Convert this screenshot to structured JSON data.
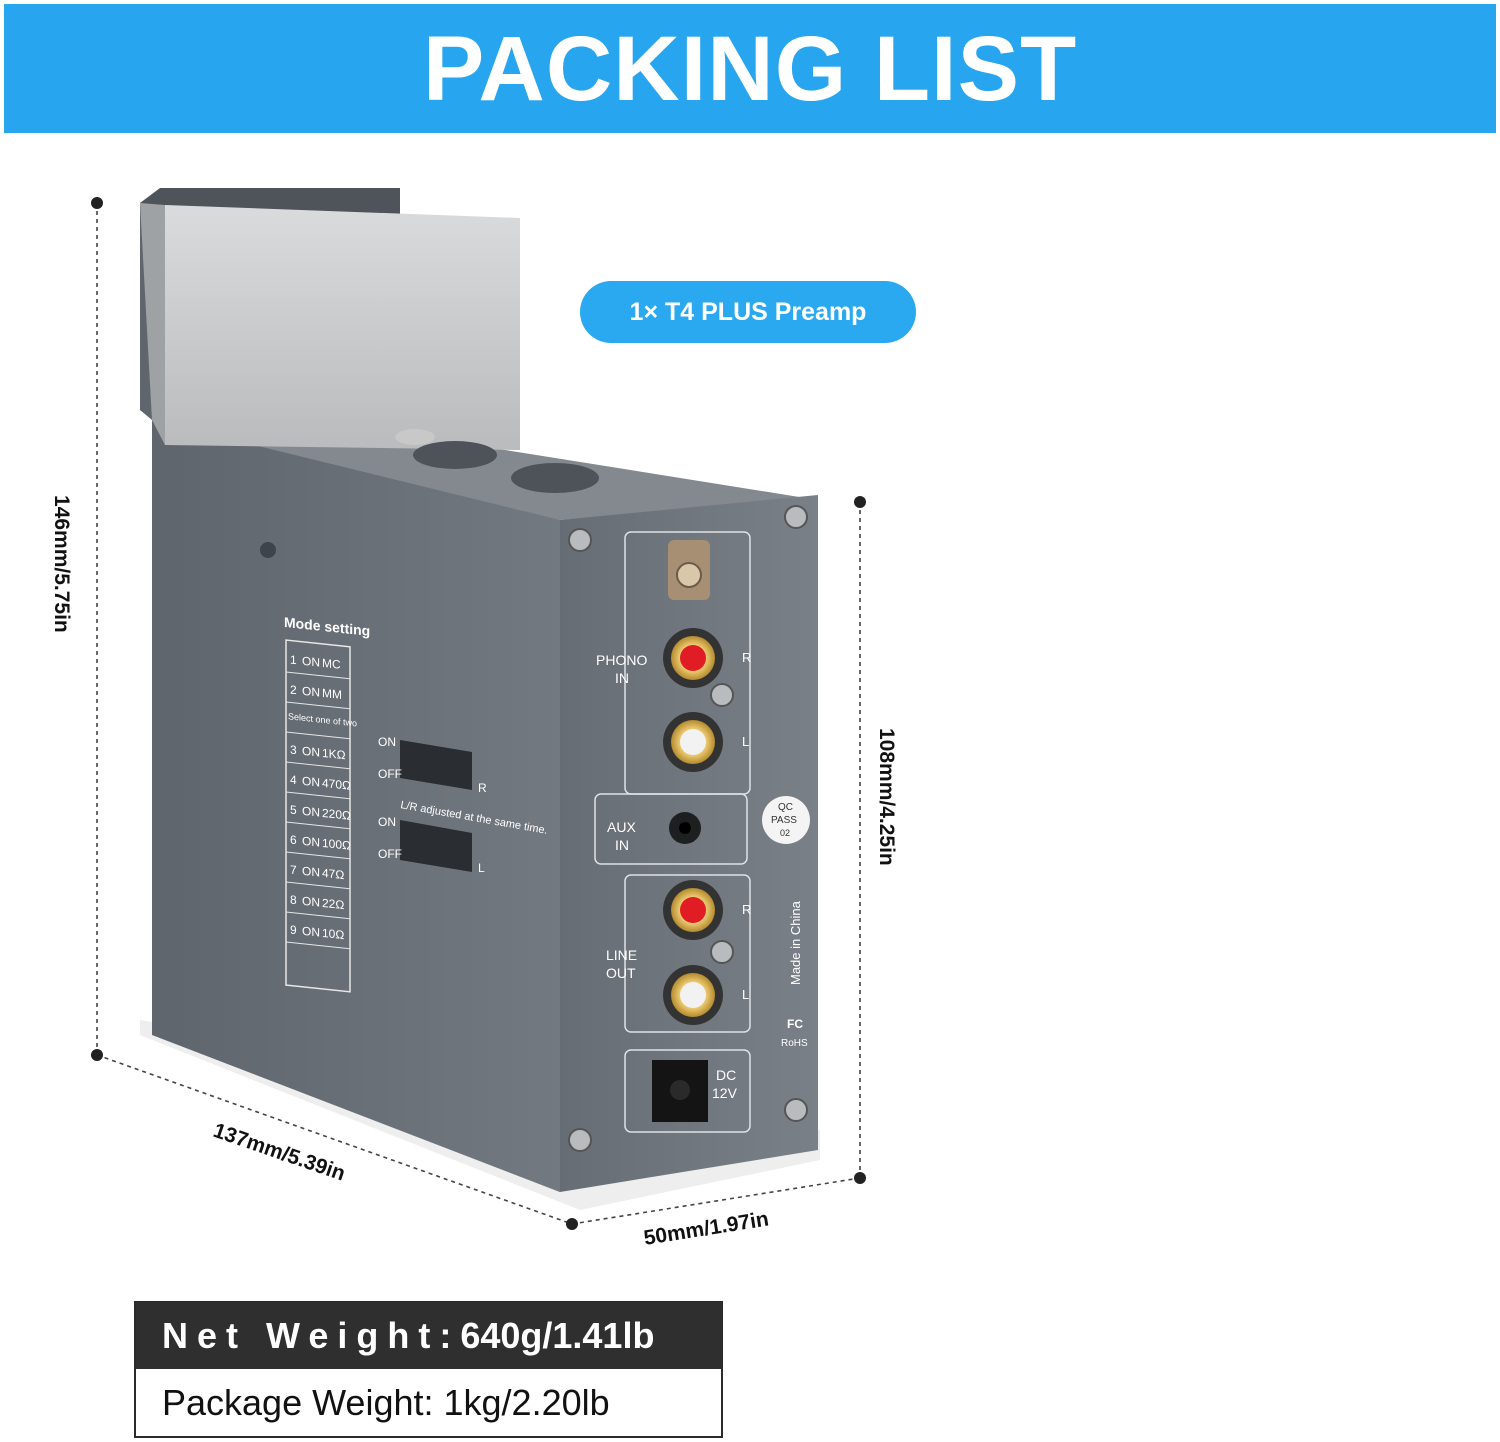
{
  "banner": {
    "title": "PACKING LIST"
  },
  "item_label": "1× T4 PLUS Preamp",
  "dimensions": {
    "height_total": "146mm/5.75in",
    "height_body": "108mm/4.25in",
    "length": "137mm/5.39in",
    "width": "50mm/1.97in"
  },
  "device": {
    "mode_table_title": "Mode setting",
    "mode_rows": [
      [
        "1",
        "ON",
        "MC"
      ],
      [
        "2",
        "ON",
        "MM"
      ],
      [
        "Select one of two",
        "",
        ""
      ],
      [
        "3",
        "ON",
        "1KΩ"
      ],
      [
        "4",
        "ON",
        "470Ω"
      ],
      [
        "5",
        "ON",
        "220Ω"
      ],
      [
        "6",
        "ON",
        "100Ω"
      ],
      [
        "7",
        "ON",
        "47Ω"
      ],
      [
        "8",
        "ON",
        "22Ω"
      ],
      [
        "9",
        "ON",
        "10Ω"
      ]
    ],
    "switch_on": "ON",
    "switch_off": "OFF",
    "switch_r": "R",
    "switch_l": "L",
    "lr_note": "L/R adjusted at the same time.",
    "phono_in": [
      "PHONO",
      "IN"
    ],
    "aux_in": [
      "AUX",
      "IN"
    ],
    "line_out": [
      "LINE",
      "OUT"
    ],
    "r": "R",
    "l": "L",
    "qc": [
      "QC",
      "PASS",
      "02"
    ],
    "made_in": "Made in China",
    "fc": "FC",
    "rohs": "RoHS",
    "dc": [
      "DC",
      "12V"
    ]
  },
  "weights": {
    "net_label": "Net Weight:",
    "net_value": "640g/1.41lb",
    "package": "Package Weight: 1kg/2.20lb"
  },
  "colors": {
    "accent": "#27a6ef",
    "device_body": "#6d737a",
    "weight_dark": "#2f2f2f"
  }
}
